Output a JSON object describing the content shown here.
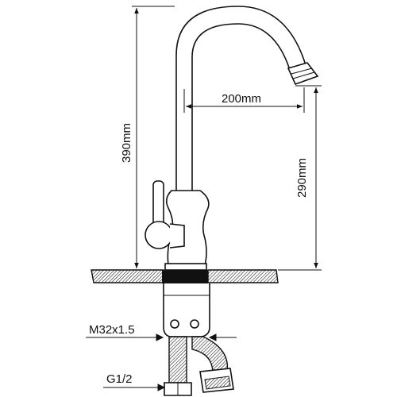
{
  "dimensions": {
    "total_height": "390mm",
    "spout_reach": "200mm",
    "spout_height": "290mm"
  },
  "threads": {
    "body_thread": "M32x1.5",
    "hose_thread": "G1/2"
  },
  "colors": {
    "line": "#111111",
    "background": "#ffffff",
    "hatch": "#333333"
  }
}
